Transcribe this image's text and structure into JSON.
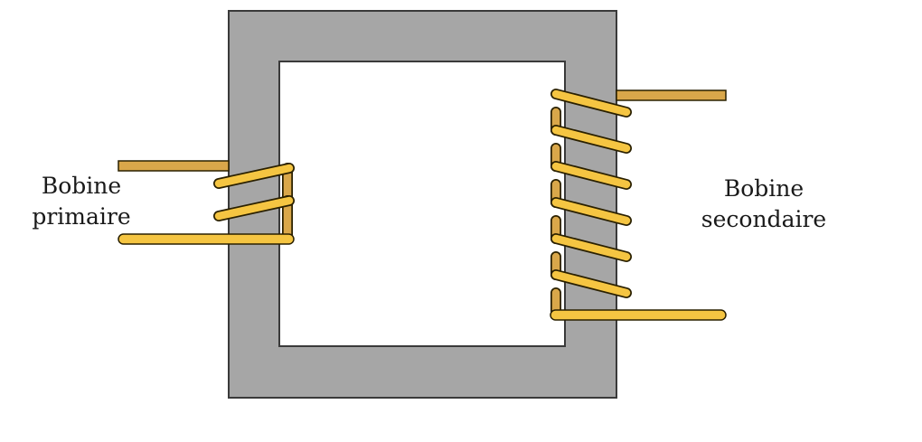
{
  "labels": {
    "primary": {
      "line1": "Bobine",
      "line2": "primaire"
    },
    "secondary": {
      "line1": "Bobine",
      "line2": "secondaire"
    }
  },
  "colors": {
    "core": "#a6a6a6",
    "core_stroke": "#3a3a3a",
    "coil": "#f5c542",
    "coil_outline": "#2a2000",
    "lead_back": "#d9a74a"
  },
  "coils": {
    "primary_turns": 2,
    "secondary_turns": 6
  }
}
